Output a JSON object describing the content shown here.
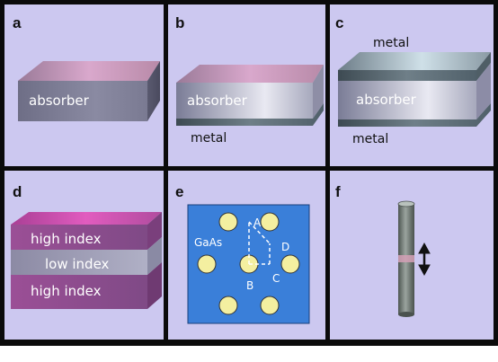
{
  "colors": {
    "panel_bg": "#ccc8f0",
    "frame": "#0b0b0b",
    "crystal_bg": "#3a7fd9",
    "hole_fill": "#f4efa0"
  },
  "panels": {
    "a": {
      "letter": "a",
      "absorber": "absorber"
    },
    "b": {
      "letter": "b",
      "absorber": "absorber",
      "metal": "metal"
    },
    "c": {
      "letter": "c",
      "metal_top": "metal",
      "absorber": "absorber",
      "metal_bottom": "metal"
    },
    "d": {
      "letter": "d",
      "layers": [
        "high index",
        "low index",
        "high index"
      ]
    },
    "e": {
      "letter": "e",
      "material": "GaAs",
      "points": [
        "A",
        "B",
        "C",
        "D"
      ]
    },
    "f": {
      "letter": "f",
      "arrow_icon": "double-headed-vertical-arrow-icon"
    }
  }
}
